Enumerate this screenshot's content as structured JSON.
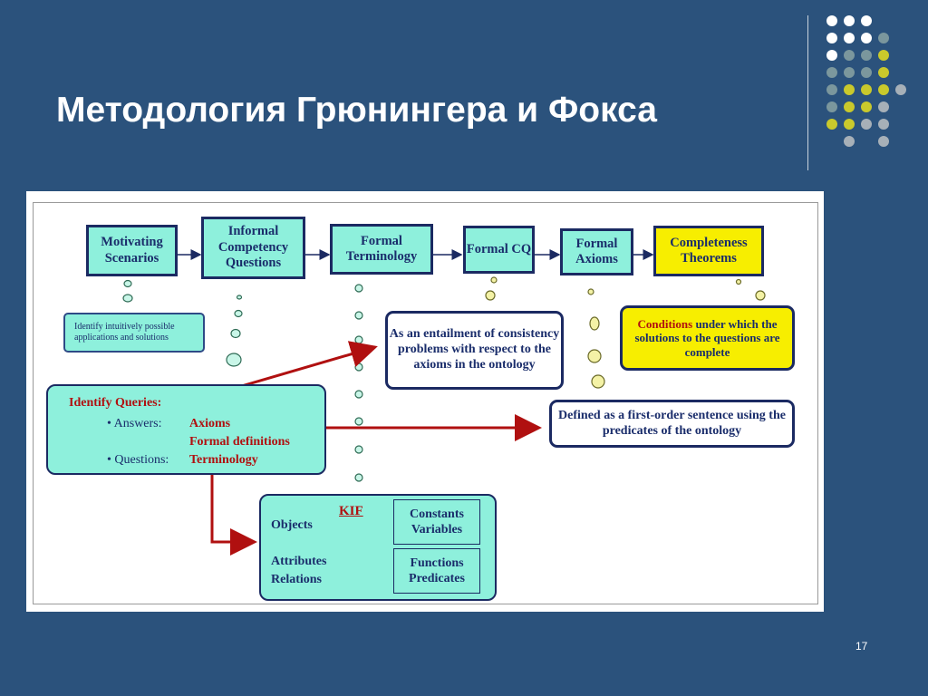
{
  "title": "Методология Грюнингера и Фокса",
  "page_number": "17",
  "colors": {
    "background": "#2b527c",
    "dot_white": "#ffffff",
    "dot_gray": "#a7b0b8",
    "dot_teal": "#6f8e95",
    "dot_yellow": "#c9c92c",
    "teal_box": "#8ef0dc",
    "yellow_box": "#f7ee00",
    "arrow_red": "#b01010"
  },
  "diagram": {
    "stages": [
      {
        "label": "Motivating Scenarios"
      },
      {
        "label": "Informal Competency Questions"
      },
      {
        "label": "Formal Terminology"
      },
      {
        "label": "Formal CQ"
      },
      {
        "label": "Formal Axioms"
      },
      {
        "label": "Completeness Theorems"
      }
    ],
    "scenario_note": "Identify intuitively possible applications and solutions",
    "entailment_note": "As an entailment of consistency problems with respect to the axioms in the ontology",
    "completeness_note": {
      "highlight": "Conditions",
      "rest": " under which the solutions to the questions are complete"
    },
    "fol_note": "Defined as a first-order sentence using the predicates of the ontology",
    "queries": {
      "title": "Identify Queries:",
      "answers_label": "• Answers:",
      "answers_items": [
        "Axioms",
        "Formal definitions"
      ],
      "questions_label": "• Questions:",
      "questions_item": "Terminology"
    },
    "kif": {
      "objects": "Objects",
      "kif_label": "KIF",
      "attributes": "Attributes",
      "relations": "Relations",
      "constants": "Constants",
      "variables": "Variables",
      "functions": "Functions",
      "predicates": "Predicates"
    }
  }
}
